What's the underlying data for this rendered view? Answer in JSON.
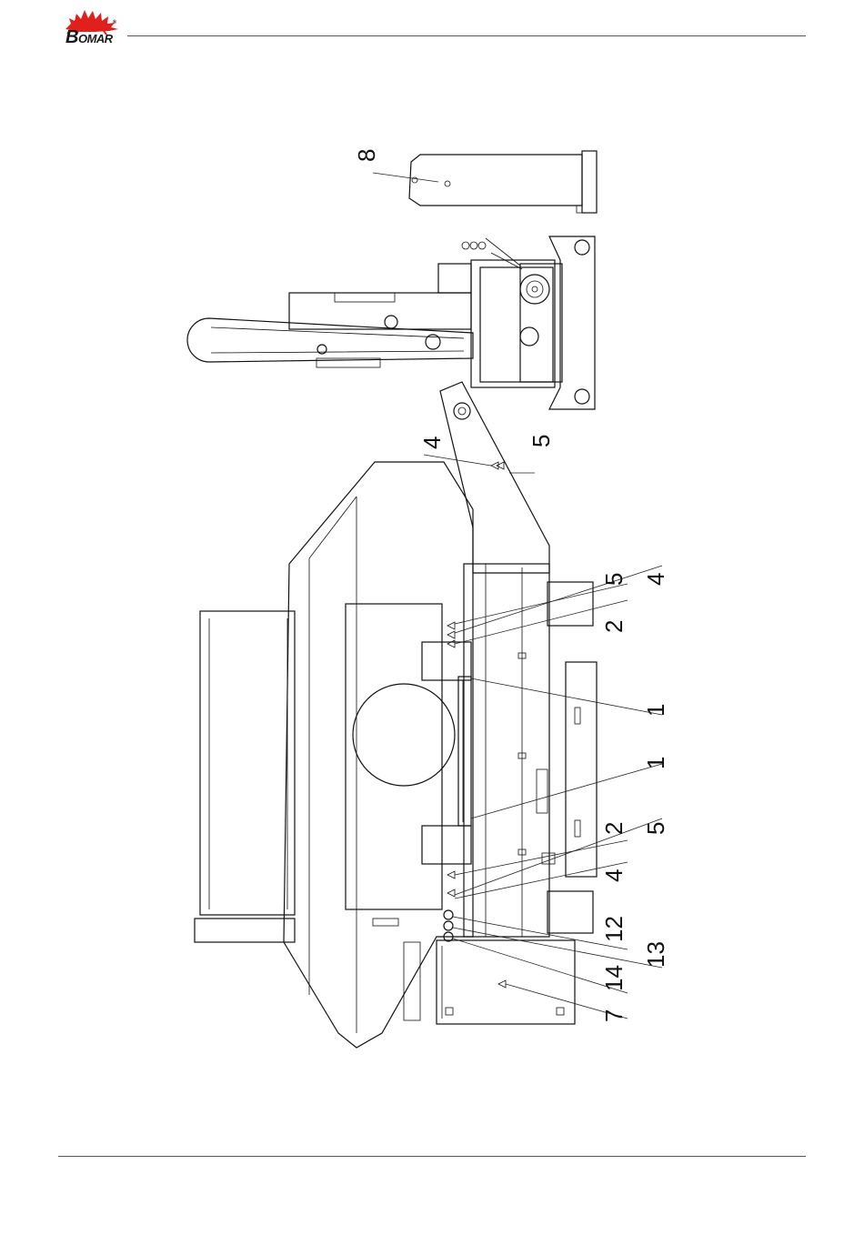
{
  "header": {
    "brand_initial": "B",
    "brand_rest": "OMAR",
    "registered_mark": "®",
    "logo_icon": "stegosaurus-logo-icon",
    "logo_color": "#e0201c"
  },
  "callouts": {
    "c8": "8",
    "c4_top": "4",
    "c5_top": "5",
    "c5_a": "5",
    "c4_a": "4",
    "c2_a": "2",
    "c1_a": "1",
    "c1_b": "1",
    "c2_b": "2",
    "c5_b": "5",
    "c4_b": "4",
    "c12": "12",
    "c13": "13",
    "c14": "14",
    "c7": "7"
  }
}
